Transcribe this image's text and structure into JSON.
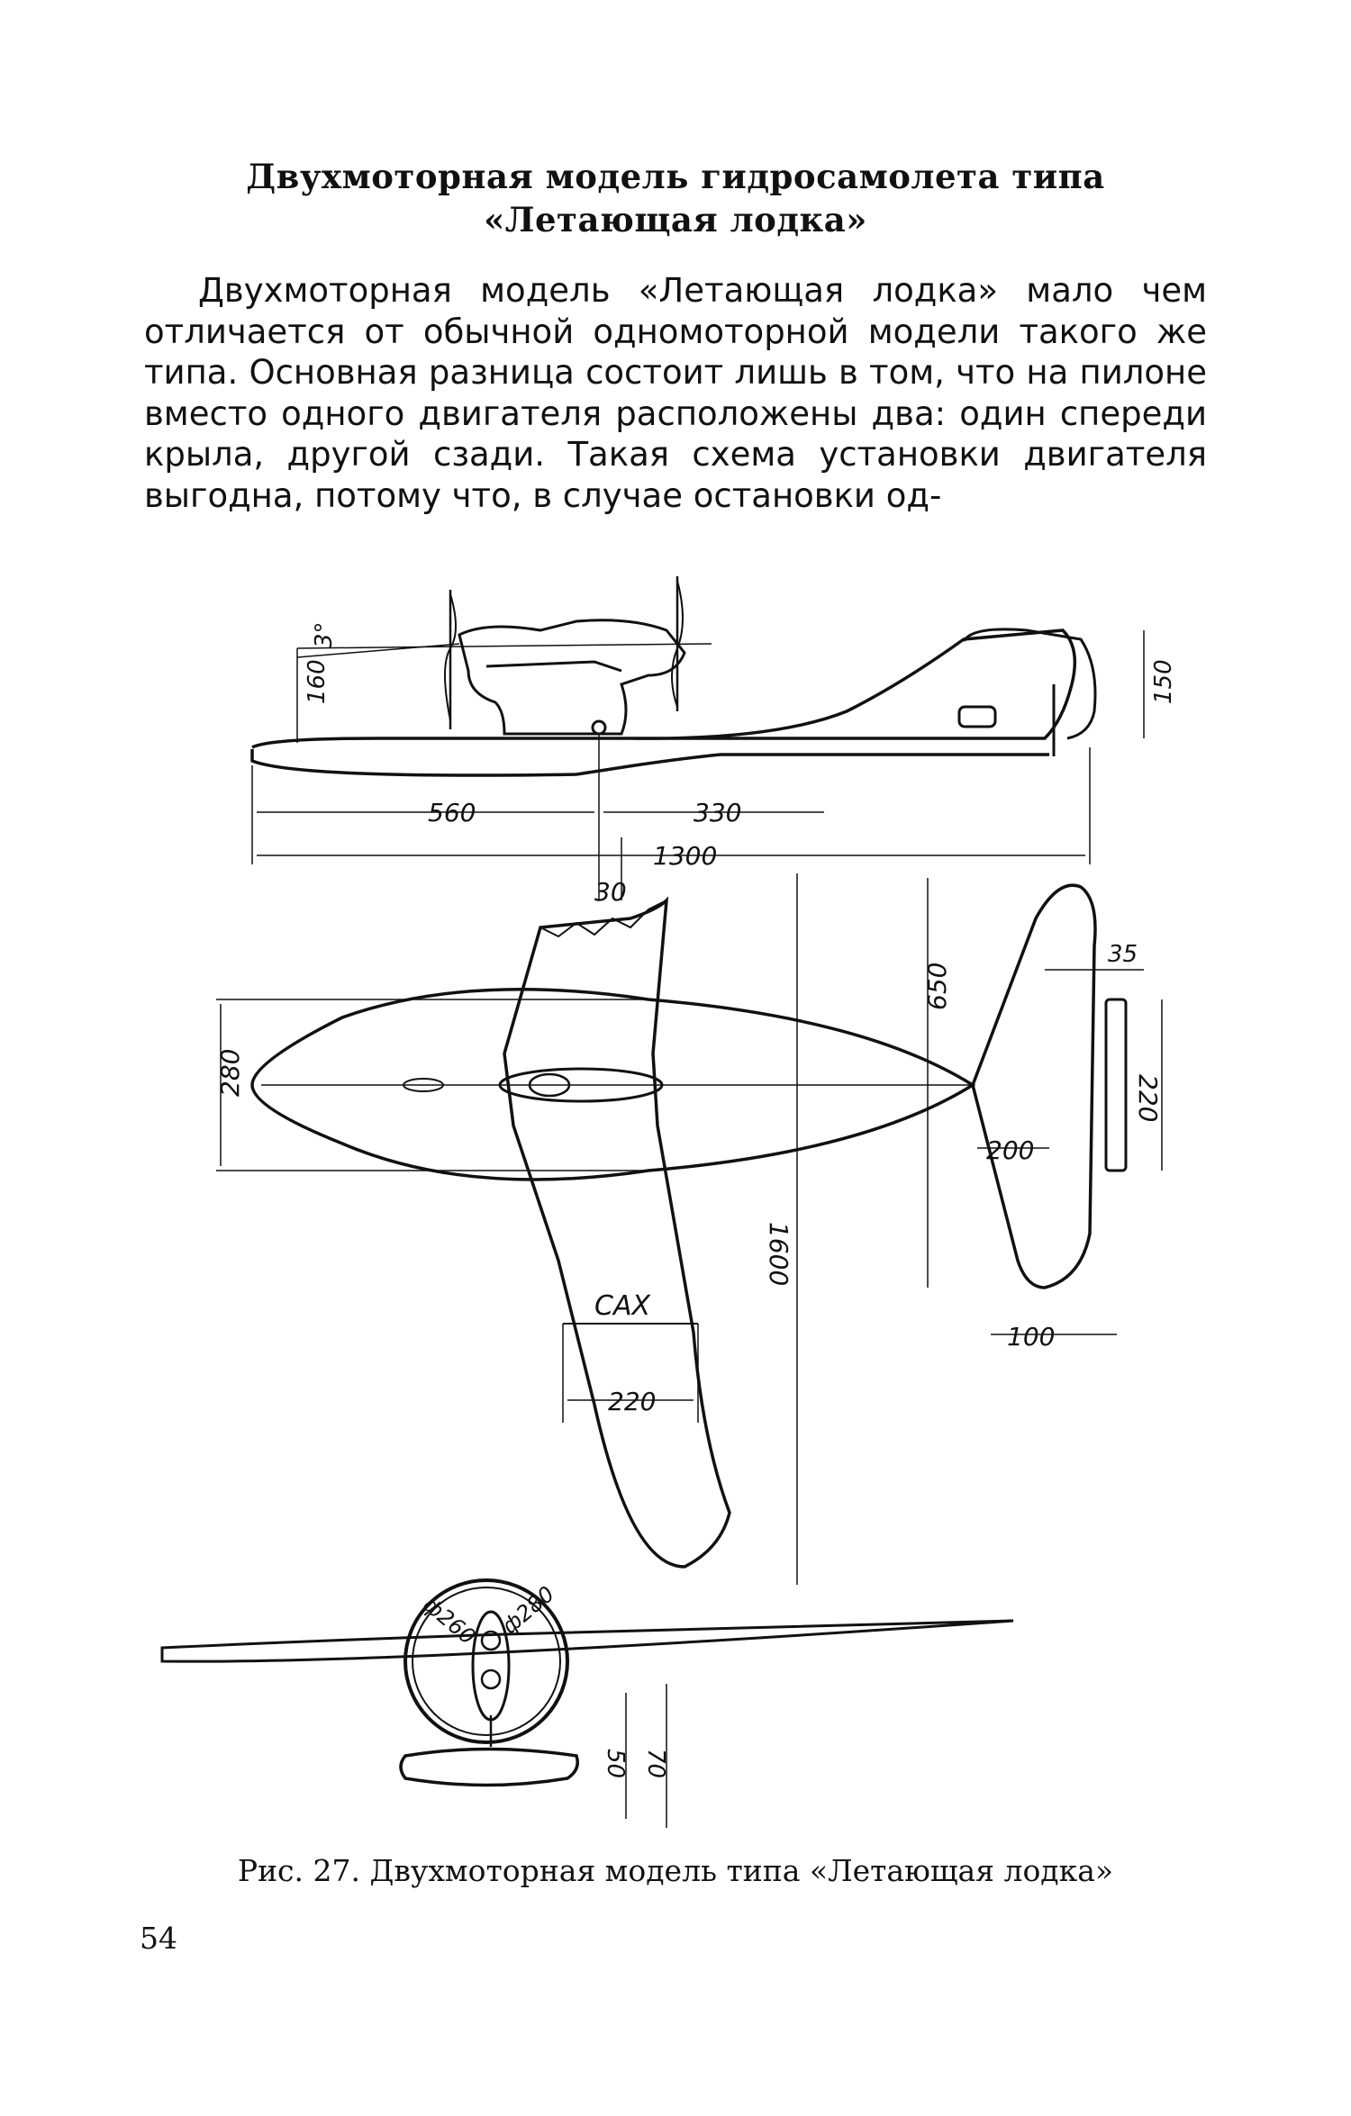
{
  "heading": {
    "line1": "Двухмоторная модель гидросамолета типа",
    "line2": "«Летающая лодка»"
  },
  "paragraph": "Двухмоторная модель «Летающая лодка» мало чем отличается от обычной одномоторной модели такого же типа. Основная разница состоит лишь в том, что на пилоне вместо одного двигателя расположены два: один спереди крыла, другой сзади. Такая схема установки двигателя выгодна, потому что, в случае остановки од-",
  "figure": {
    "side_view": {
      "angle": "3°",
      "dim_height_left": "160",
      "dim_height_right": "150",
      "dim_front": "560",
      "dim_mid": "330",
      "dim_total": "1300",
      "dim_offset": "30"
    },
    "top_view": {
      "hull_width": "280",
      "span": "1600",
      "mac_label": "САХ",
      "mac_chord": "220",
      "stab_span": "650",
      "stab_chord": "200",
      "stab_tip": "100",
      "fin_thickness": "35",
      "fin_height": "220"
    },
    "front_view": {
      "dia_inner": "ф260",
      "dia_outer": "ф280",
      "dim_50": "50",
      "dim_70": "70"
    }
  },
  "caption": "Рис. 27. Двухмоторная модель типа «Летающая лодка»",
  "page_number": "54"
}
